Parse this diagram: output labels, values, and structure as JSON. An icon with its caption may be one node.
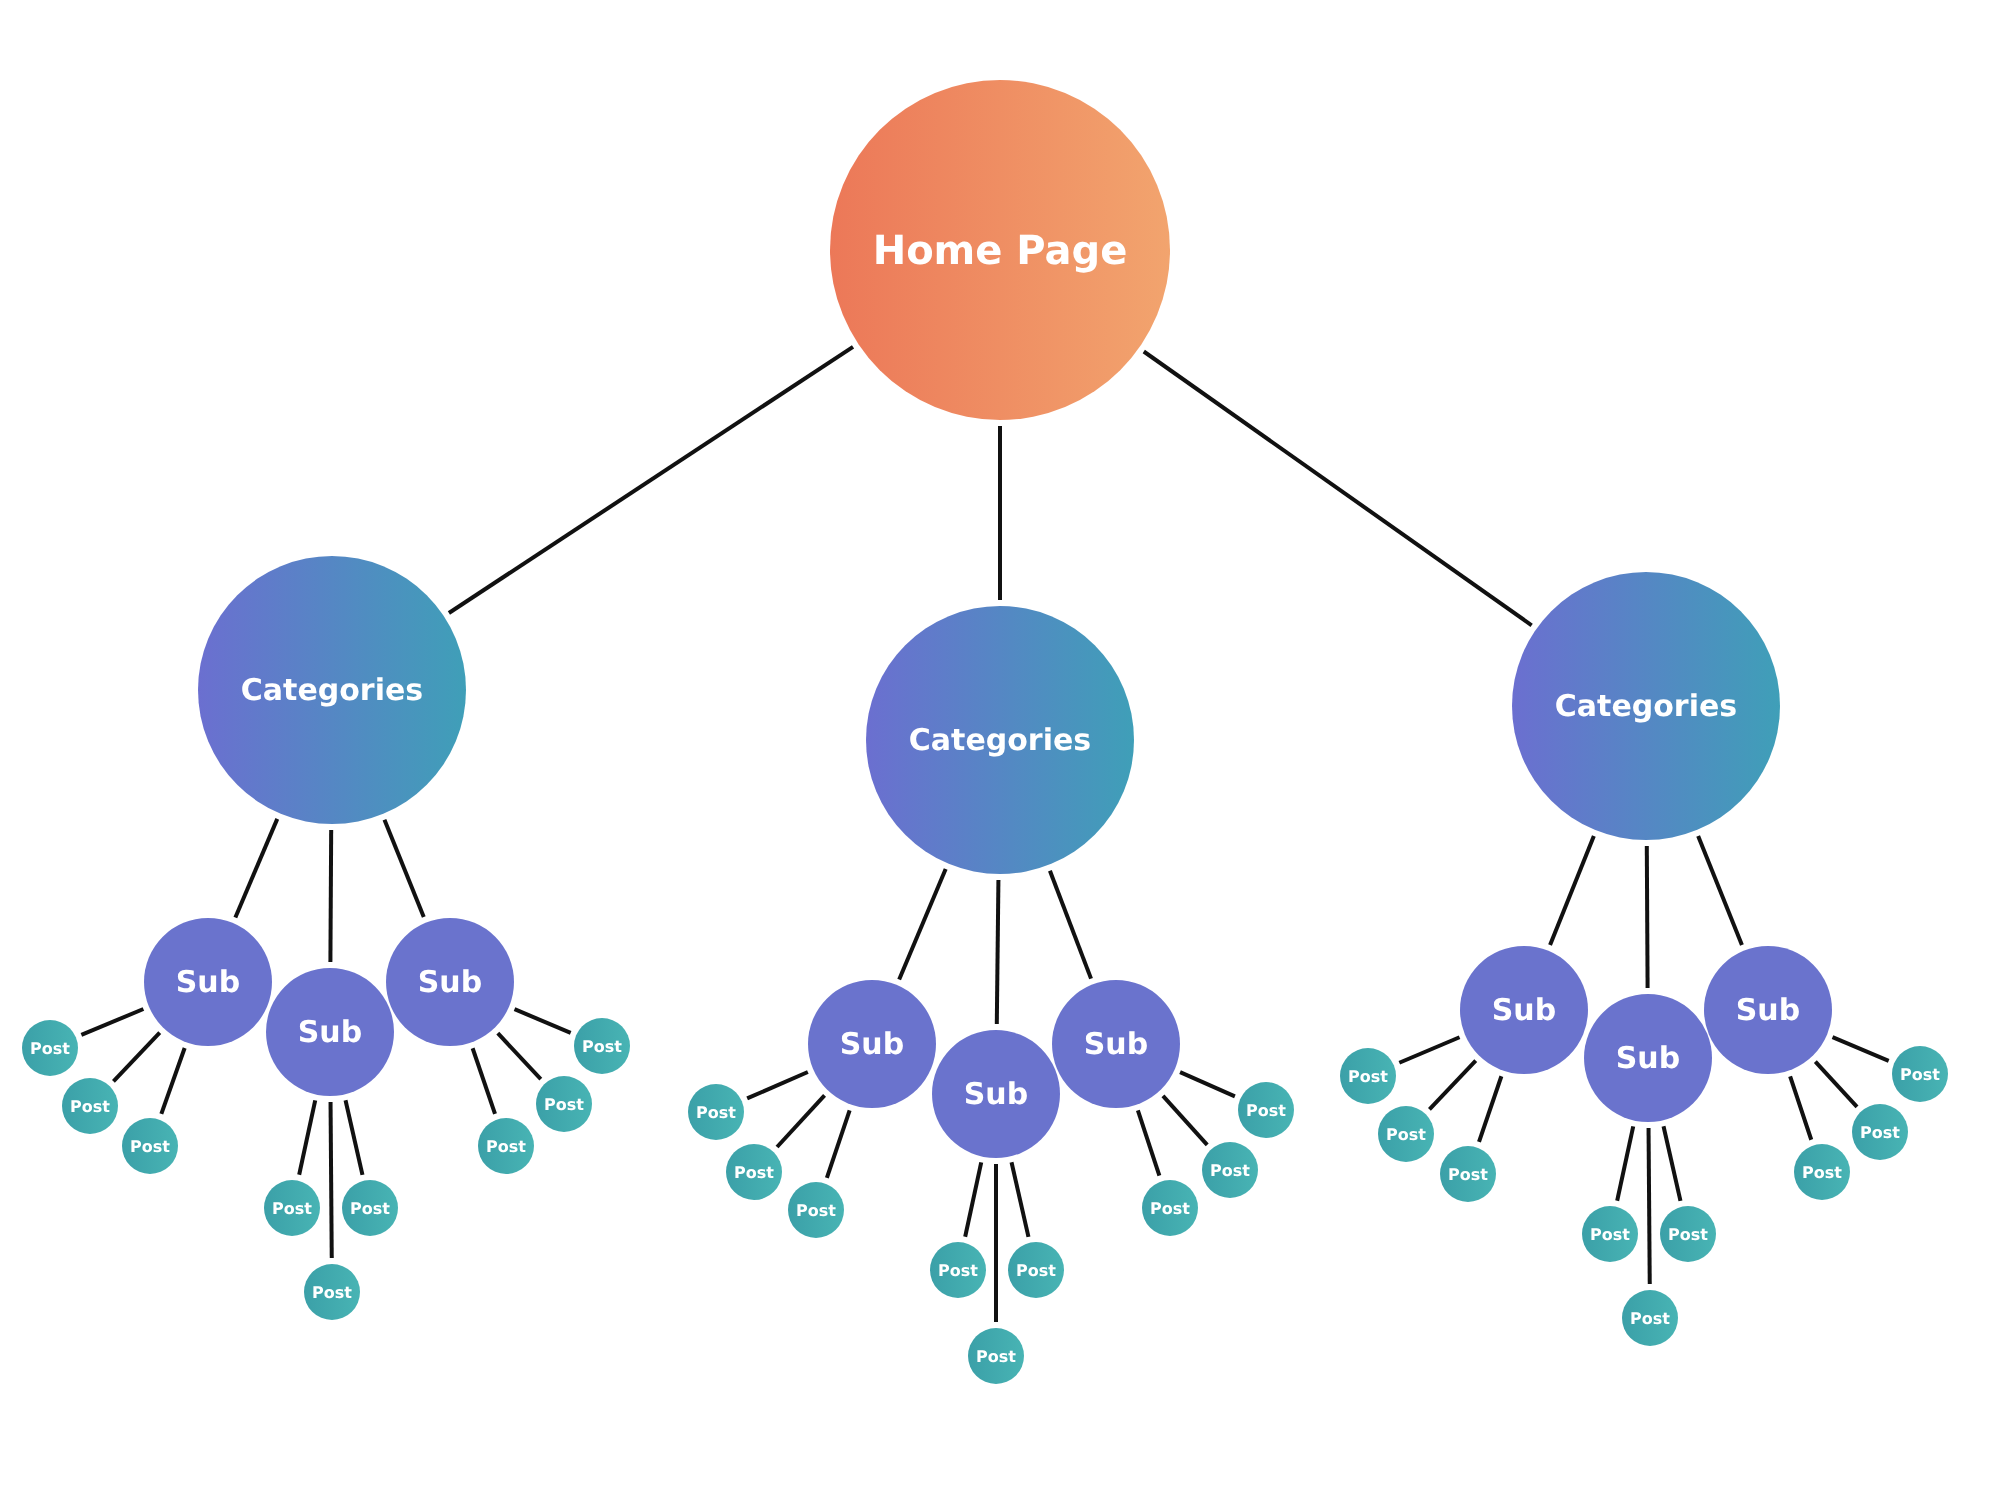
{
  "diagram": {
    "nodes": [
      {
        "text": [
          "Home Page"
        ]
      },
      {
        "text": [
          "Categories"
        ]
      },
      {
        "text": [
          "Sub"
        ]
      },
      {
        "text": [
          "Post"
        ]
      },
      {
        "text": [
          "Post"
        ]
      },
      {
        "text": [
          "Post"
        ]
      },
      {
        "text": [
          "Sub"
        ]
      },
      {
        "text": [
          "Post"
        ]
      },
      {
        "text": [
          "Post"
        ]
      },
      {
        "text": [
          "Post"
        ]
      },
      {
        "text": [
          "Sub"
        ]
      },
      {
        "text": [
          "Post"
        ]
      },
      {
        "text": [
          "Post"
        ]
      },
      {
        "text": [
          "Post"
        ]
      },
      {
        "text": [
          "Categories"
        ]
      },
      {
        "text": [
          "Sub"
        ]
      },
      {
        "text": [
          "Post"
        ]
      },
      {
        "text": [
          "Post"
        ]
      },
      {
        "text": [
          "Post"
        ]
      },
      {
        "text": [
          "Sub"
        ]
      },
      {
        "text": [
          "Post"
        ]
      },
      {
        "text": [
          "Post"
        ]
      },
      {
        "text": [
          "Post"
        ]
      },
      {
        "text": [
          "Sub"
        ]
      },
      {
        "text": [
          "Post"
        ]
      },
      {
        "text": [
          "Post"
        ]
      },
      {
        "text": [
          "Post"
        ]
      },
      {
        "text": [
          "Categories"
        ]
      },
      {
        "text": [
          "Sub"
        ]
      },
      {
        "text": [
          "Post"
        ]
      },
      {
        "text": [
          "Post"
        ]
      },
      {
        "text": [
          "Post"
        ]
      },
      {
        "text": [
          "Sub"
        ]
      },
      {
        "text": [
          "Post"
        ]
      },
      {
        "text": [
          "Post"
        ]
      },
      {
        "text": [
          "Post"
        ]
      },
      {
        "text": [
          "Sub"
        ]
      },
      {
        "text": [
          "Post"
        ]
      },
      {
        "text": [
          "Post"
        ]
      },
      {
        "text": [
          "Post"
        ]
      }
    ],
    "edges": [
      {
        "from": 0,
        "to": 1,
        "arrow": "none"
      },
      {
        "from": 0,
        "to": 14,
        "arrow": "none"
      },
      {
        "from": 0,
        "to": 27,
        "arrow": "none"
      },
      {
        "from": 1,
        "to": 2,
        "arrow": "none"
      },
      {
        "from": 1,
        "to": 6,
        "arrow": "none"
      },
      {
        "from": 1,
        "to": 10,
        "arrow": "none"
      },
      {
        "from": 2,
        "to": 3,
        "arrow": "none"
      },
      {
        "from": 2,
        "to": 4,
        "arrow": "none"
      },
      {
        "from": 2,
        "to": 5,
        "arrow": "none"
      },
      {
        "from": 6,
        "to": 7,
        "arrow": "none"
      },
      {
        "from": 6,
        "to": 8,
        "arrow": "none"
      },
      {
        "from": 6,
        "to": 9,
        "arrow": "none"
      },
      {
        "from": 10,
        "to": 11,
        "arrow": "none"
      },
      {
        "from": 10,
        "to": 12,
        "arrow": "none"
      },
      {
        "from": 10,
        "to": 13,
        "arrow": "none"
      },
      {
        "from": 14,
        "to": 15,
        "arrow": "none"
      },
      {
        "from": 14,
        "to": 19,
        "arrow": "none"
      },
      {
        "from": 14,
        "to": 23,
        "arrow": "none"
      },
      {
        "from": 15,
        "to": 16,
        "arrow": "none"
      },
      {
        "from": 15,
        "to": 17,
        "arrow": "none"
      },
      {
        "from": 15,
        "to": 18,
        "arrow": "none"
      },
      {
        "from": 19,
        "to": 20,
        "arrow": "none"
      },
      {
        "from": 19,
        "to": 21,
        "arrow": "none"
      },
      {
        "from": 19,
        "to": 22,
        "arrow": "none"
      },
      {
        "from": 23,
        "to": 24,
        "arrow": "none"
      },
      {
        "from": 23,
        "to": 25,
        "arrow": "none"
      },
      {
        "from": 23,
        "to": 26,
        "arrow": "none"
      },
      {
        "from": 27,
        "to": 28,
        "arrow": "none"
      },
      {
        "from": 27,
        "to": 32,
        "arrow": "none"
      },
      {
        "from": 27,
        "to": 36,
        "arrow": "none"
      },
      {
        "from": 28,
        "to": 29,
        "arrow": "none"
      },
      {
        "from": 28,
        "to": 30,
        "arrow": "none"
      },
      {
        "from": 28,
        "to": 31,
        "arrow": "none"
      },
      {
        "from": 32,
        "to": 33,
        "arrow": "none"
      },
      {
        "from": 32,
        "to": 34,
        "arrow": "none"
      },
      {
        "from": 32,
        "to": 35,
        "arrow": "none"
      },
      {
        "from": 36,
        "to": 37,
        "arrow": "none"
      },
      {
        "from": 36,
        "to": 38,
        "arrow": "none"
      },
      {
        "from": 36,
        "to": 39,
        "arrow": "none"
      }
    ]
  }
}
